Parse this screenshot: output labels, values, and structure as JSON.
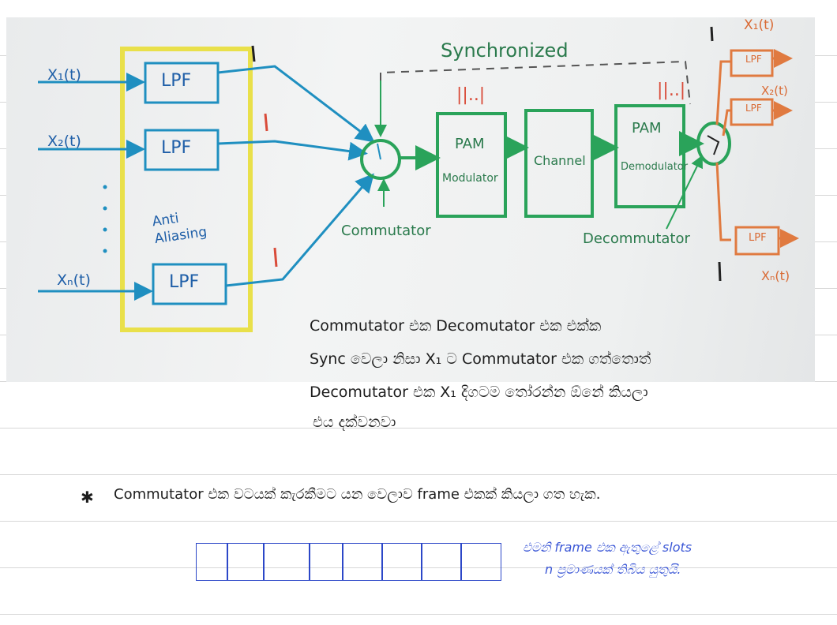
{
  "diagram": {
    "inputs": [
      "X₁(t)",
      "X₂(t)",
      "Xₙ(t)"
    ],
    "outputs": [
      "X₁(t)",
      "X₂(t)",
      "Xₙ(t)"
    ],
    "lpf_label": "LPF",
    "anti_aliasing_label": "Anti Aliasing",
    "synchronized_label": "Synchronized",
    "commutator_label": "Commutator",
    "decommutator_label": "Decommutator",
    "pam_mod_label_top": "PAM",
    "pam_mod_label_bottom": "Modulator",
    "channel_label": "Channel",
    "pam_demod_label_top": "PAM",
    "pam_demod_label_bottom": "Demodulator",
    "pulse_marker": "|",
    "pulse_train_label": "||..|",
    "colors": {
      "signal": "#1f8fc0",
      "antialias": "#e9e04a",
      "main_path": "#2aa35a",
      "output": "#e07a40",
      "pulse": "#d94c3a",
      "ink": "#222222"
    }
  },
  "notes": {
    "line1": "Commutator එක Decomutator එක එක්ක",
    "line2": "Sync වෙලා නිසා X₁ ට Commutator එක ගත්තොත්",
    "line3": "Decomutator එක X₁ දිගටම තෝරන්න ඕනේ කියලා",
    "line4": "එය දක්වනවා",
    "star_bullet": "✱",
    "star_line": "Commutator එක වටයක් කැරකීමට යන වෙලාව frame එකක් කියලා ගත හැක.",
    "side_line1": "එමනි frame එක ඇතුළේ slots",
    "side_line2": "n ප්‍රමාණයක් තිබිය යුතුයි."
  }
}
